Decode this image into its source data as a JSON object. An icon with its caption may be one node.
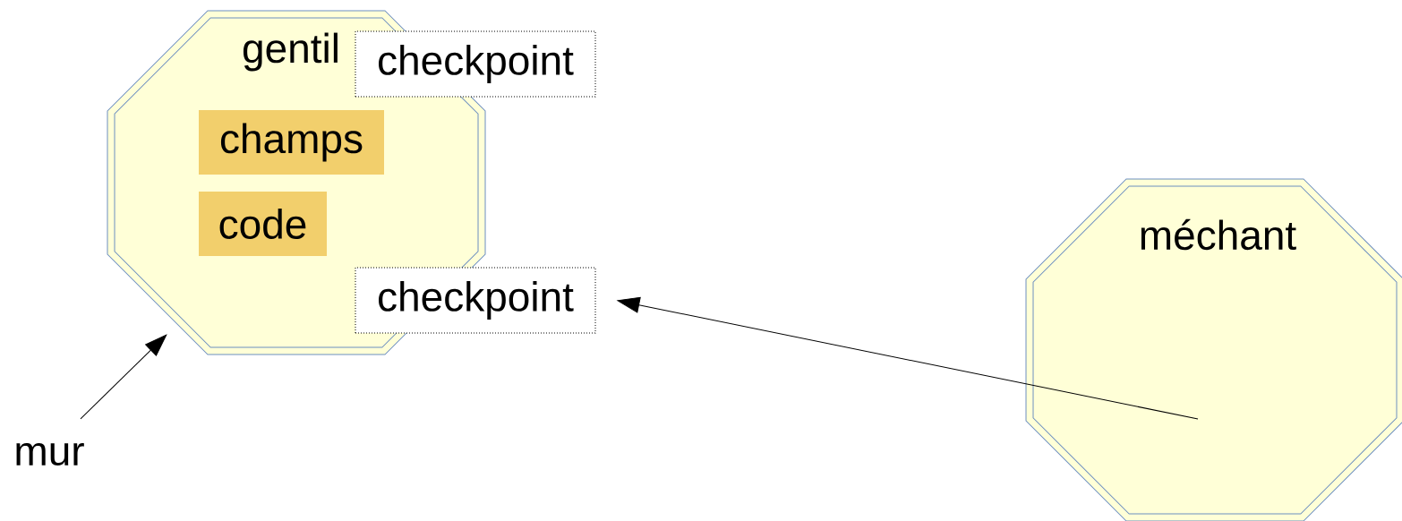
{
  "diagram": {
    "nodes": [
      {
        "text": [
          "gentil"
        ]
      },
      {
        "text": [
          "checkpoint"
        ]
      },
      {
        "text": [
          "champs"
        ],
        "in": 0
      },
      {
        "text": [
          "code"
        ],
        "in": 0
      },
      {
        "text": [
          "checkpoint"
        ]
      },
      {
        "text": [
          "méchant"
        ]
      },
      {
        "text": [
          "mur"
        ]
      }
    ],
    "edges": [
      {
        "from": 6,
        "to": 0,
        "arrow": "to"
      },
      {
        "from": 5,
        "to": 4,
        "arrow": "to"
      }
    ]
  }
}
